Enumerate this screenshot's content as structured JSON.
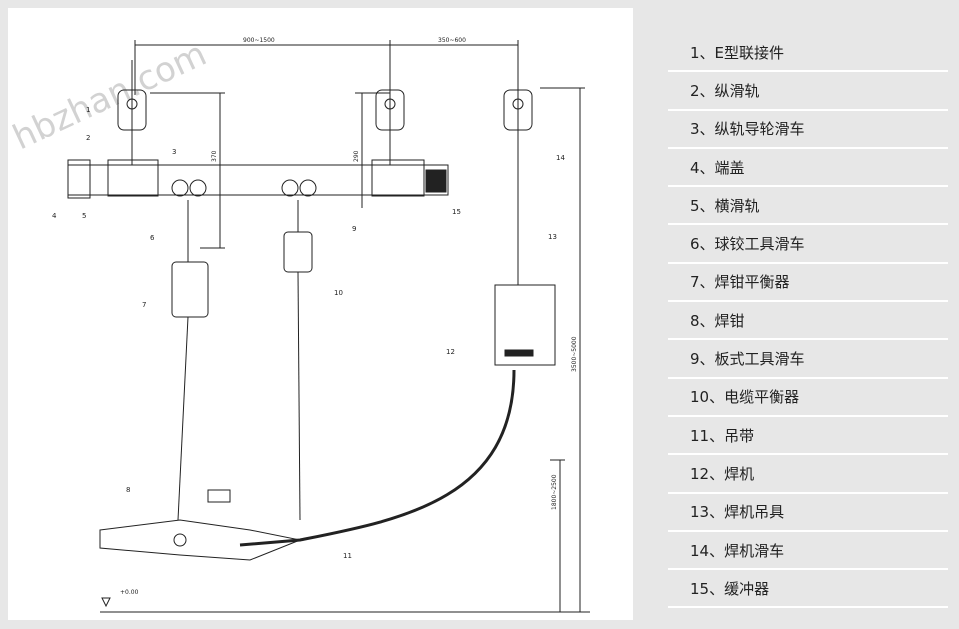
{
  "drawing": {
    "dims": {
      "span1": "900~1500",
      "span2": "350~600",
      "h370": "370",
      "h290": "290",
      "h_total": "3500~5000",
      "h_lower": "1800~2500",
      "ground": "+0.00"
    },
    "callouts": [
      "1",
      "2",
      "3",
      "4",
      "5",
      "6",
      "7",
      "8",
      "9",
      "10",
      "11",
      "12",
      "13",
      "14",
      "15"
    ],
    "watermark": "hbzhan.com"
  },
  "legend": {
    "items": [
      "1、E型联接件",
      "2、纵滑轨",
      "3、纵轨导轮滑车",
      "4、端盖",
      "5、横滑轨",
      "6、球铰工具滑车",
      "7、焊钳平衡器",
      "8、焊钳",
      "9、板式工具滑车",
      "10、电缆平衡器",
      "11、吊带",
      "12、焊机",
      "13、焊机吊具",
      "14、焊机滑车",
      "15、缓冲器"
    ]
  },
  "colors": {
    "background": "#e7e7e7",
    "drawing_bg": "#ffffff",
    "line": "#222222"
  }
}
